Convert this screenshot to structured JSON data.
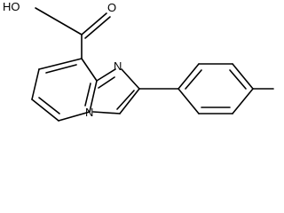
{
  "molecule": {
    "atoms": {
      "oh": "HO",
      "carbonyl_o": "O",
      "n1": "N",
      "n2": "N"
    }
  }
}
